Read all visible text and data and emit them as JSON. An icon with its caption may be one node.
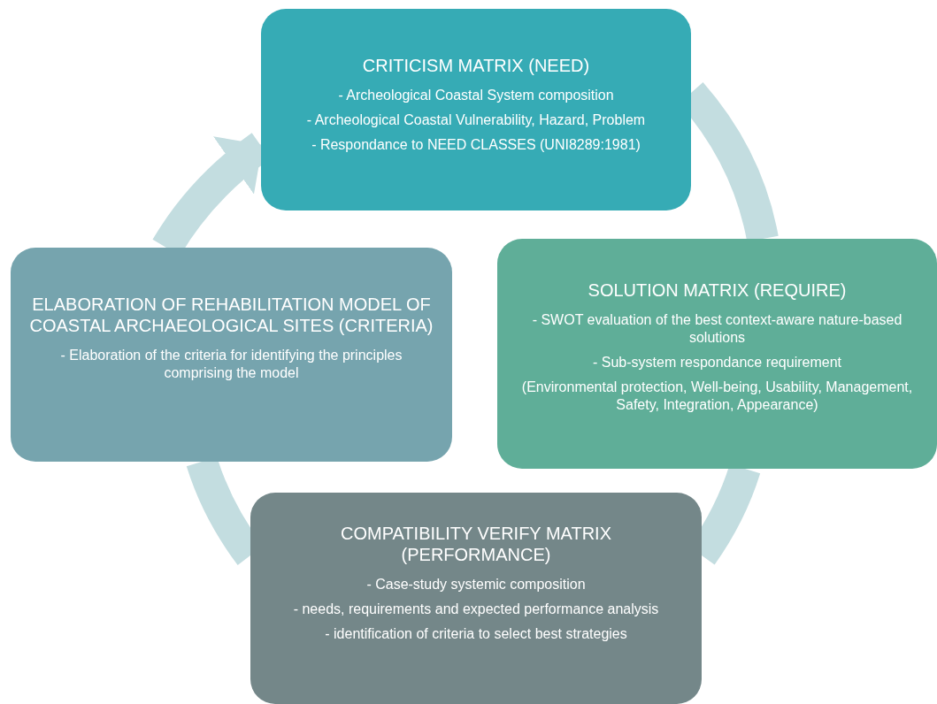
{
  "diagram": {
    "nodes": [
      {
        "text": [
          "CRITICISM MATRIX (NEED)",
          "- Archeological Coastal System composition",
          "- Archeological Coastal Vulnerability, Hazard, Problem",
          "- Respondance to NEED CLASSES (UNI8289:1981)"
        ]
      },
      {
        "text": [
          "SOLUTION MATRIX (REQUIRE)",
          "- SWOT evaluation of the best context-aware nature-based solutions",
          "- Sub-system respondance requirement",
          "(Environmental protection, Well-being, Usability, Management, Safety, Integration, Appearance)"
        ]
      },
      {
        "text": [
          "COMPATIBILITY VERIFY MATRIX (PERFORMANCE)",
          "- Case-study systemic composition",
          "- needs, requirements and expected performance analysis",
          "- identification of criteria to select best strategies"
        ]
      },
      {
        "text": [
          "ELABORATION OF REHABILITATION MODEL OF COASTAL ARCHAEOLOGICAL SITES (CRITERIA)",
          "- Elaboration of the criteria for identifying the principles comprising the model"
        ]
      }
    ],
    "edges": [
      {
        "from": 0,
        "to": 1,
        "arrow": "none"
      },
      {
        "from": 1,
        "to": 2,
        "arrow": "none"
      },
      {
        "from": 2,
        "to": 3,
        "arrow": "none"
      },
      {
        "from": 3,
        "to": 0,
        "arrow": "to"
      }
    ]
  }
}
